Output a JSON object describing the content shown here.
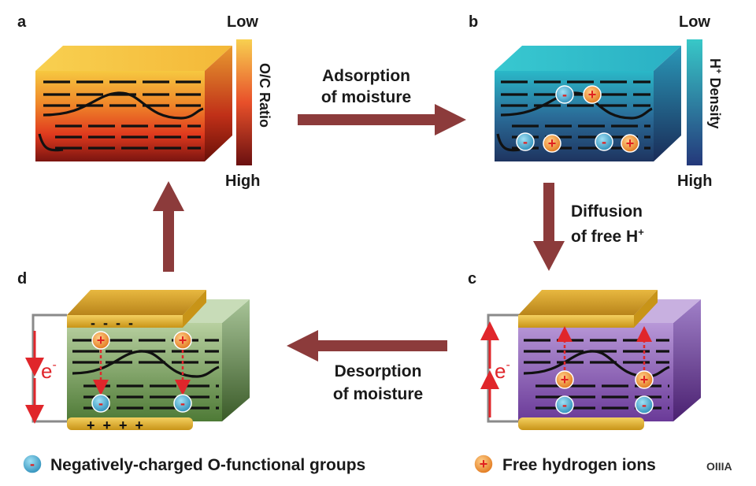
{
  "panels": {
    "a": {
      "letter": "a",
      "scale_low": "Low",
      "scale_high": "High",
      "scale_title": "O/C Ratio"
    },
    "b": {
      "letter": "b",
      "scale_low": "Low",
      "scale_high": "High",
      "scale_title_sup": "H",
      "scale_title_rest": "Density",
      "scale_title_plus": "+"
    },
    "c": {
      "letter": "c",
      "electron": "e",
      "electron_sup": "-"
    },
    "d": {
      "letter": "d",
      "electron": "e",
      "electron_sup": "-",
      "top_charges": "-  -  -  -",
      "bottom_charges": "+  +  +  +"
    }
  },
  "arrows": {
    "ab": {
      "line1": "Adsorption",
      "line2": "of moisture"
    },
    "bc": {
      "line1": "Diffusion",
      "line2_main": "of free H",
      "line2_sup": "+"
    },
    "cd": {
      "line1": "Desorption",
      "line2": "of moisture"
    }
  },
  "ions": {
    "negative_symbol": "-",
    "positive_symbol": "+"
  },
  "legend": {
    "negative_label": "Negatively-charged O-functional groups",
    "positive_label": "Free hydrogen ions",
    "watermark": "OIIIA"
  },
  "colors": {
    "arrow": "#8c3b3b",
    "neg_ion": "#3aa0c8",
    "pos_ion": "#f08a24",
    "electron_red": "#e0262b",
    "electrode_gold": "#e8b830"
  }
}
